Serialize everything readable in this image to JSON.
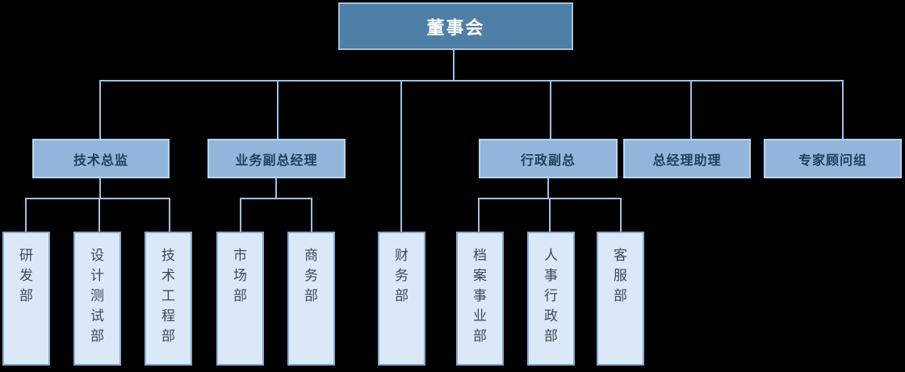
{
  "org_chart": {
    "type": "org-tree",
    "root": {
      "label": "董事会"
    },
    "level2": [
      {
        "label": "技术总监",
        "reports_to": "董事会"
      },
      {
        "label": "业务副总经理",
        "reports_to": "董事会"
      },
      {
        "label": "行政副总",
        "reports_to": "董事会"
      },
      {
        "label": "总经理助理",
        "reports_to": "董事会"
      },
      {
        "label": "专家顾问组",
        "reports_to": "董事会"
      }
    ],
    "level3": [
      {
        "label": "研发部",
        "reports_to": "技术总监"
      },
      {
        "label": "设计测试部",
        "reports_to": "技术总监"
      },
      {
        "label": "技术工程部",
        "reports_to": "技术总监"
      },
      {
        "label": "市场部",
        "reports_to": "业务副总经理"
      },
      {
        "label": "商务部",
        "reports_to": "业务副总经理"
      },
      {
        "label": "财务部",
        "reports_to": "董事会"
      },
      {
        "label": "档案事业部",
        "reports_to": "行政副总"
      },
      {
        "label": "人事行政部",
        "reports_to": "行政副总"
      },
      {
        "label": "客服部",
        "reports_to": "行政副总"
      }
    ],
    "colors": {
      "background": "#000000",
      "root_fill": "#4d7fa7",
      "root_border": "#a6c0d8",
      "root_text": "#ffffff",
      "manager_fill": "#92b6db",
      "manager_border": "#b7d3ec",
      "manager_text": "#24405a",
      "dept_fill": "#dbe8f8",
      "dept_border": "#89abd0",
      "dept_text": "#3e4a56",
      "connector": "#9fc0de"
    }
  }
}
